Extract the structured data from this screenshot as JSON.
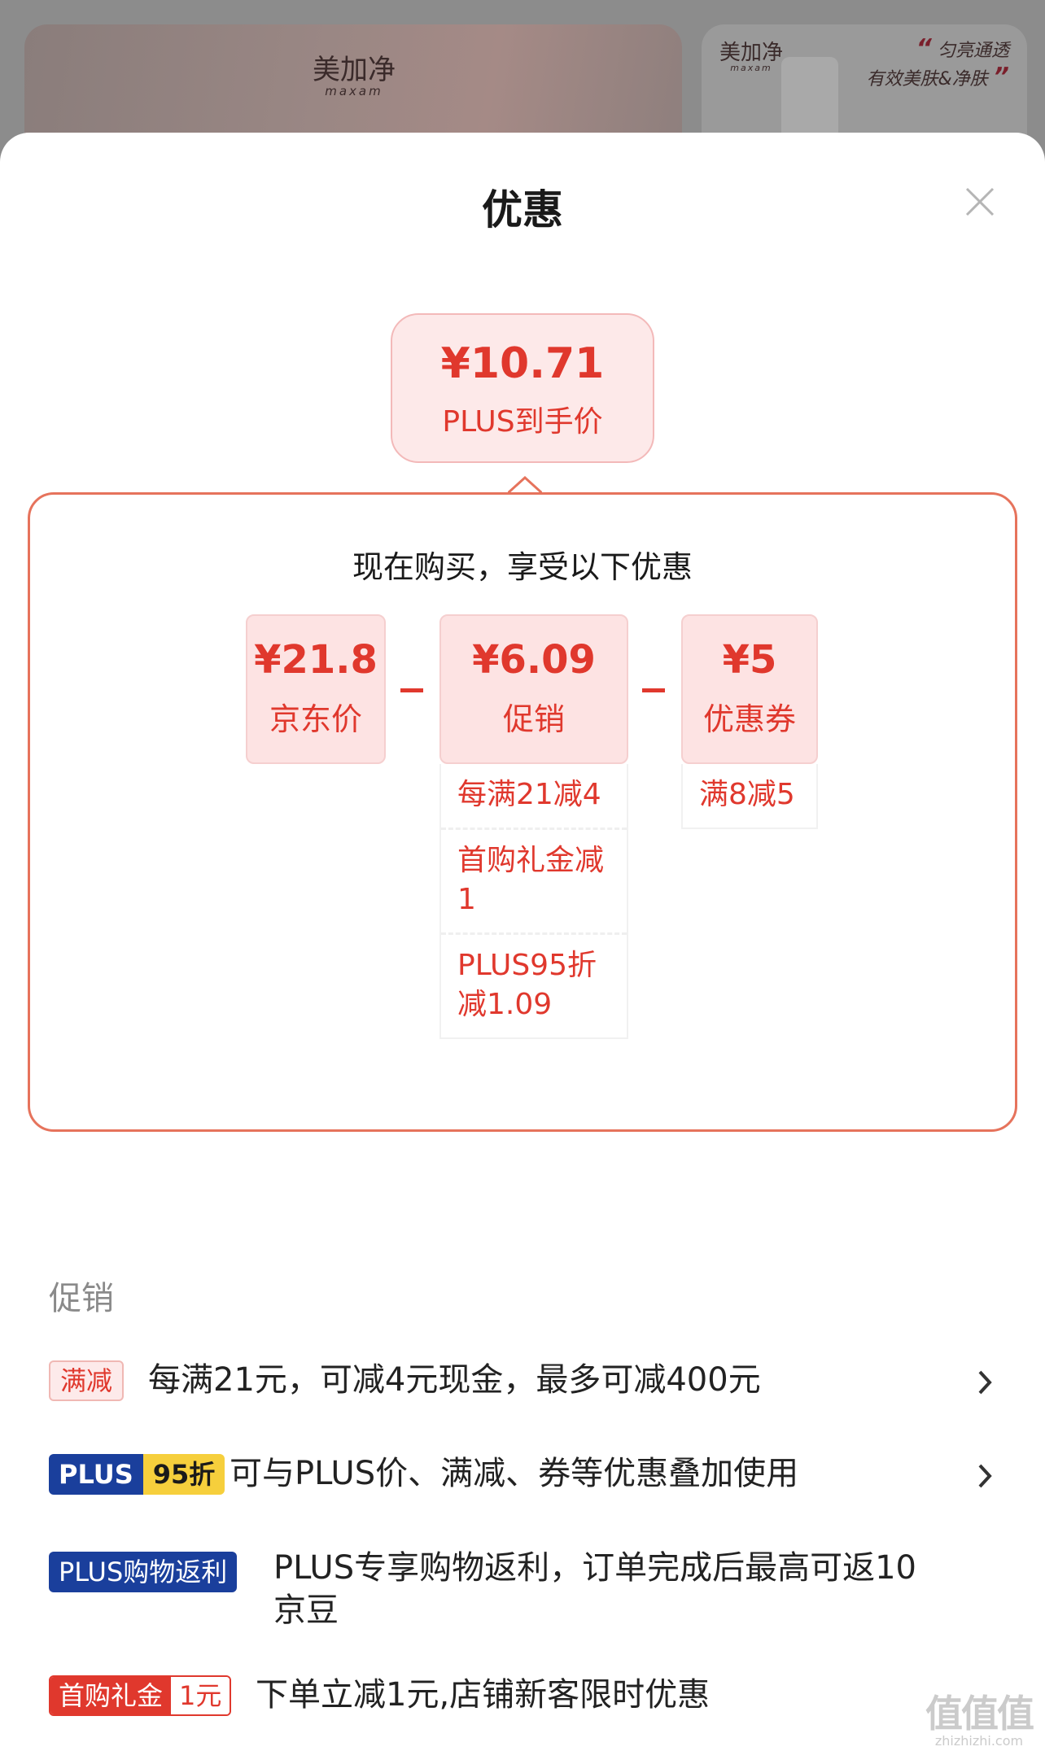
{
  "banner": {
    "logo_cn": "美加净",
    "logo_en": "maxam",
    "logo2_cn": "美加净",
    "logo2_en": "maxam",
    "quote_line1": "匀亮通透",
    "quote_line2": "有效美肤&净肤"
  },
  "sheet": {
    "title": "优惠"
  },
  "final_price": {
    "amount": "¥10.71",
    "label": "PLUS到手价"
  },
  "details": {
    "heading": "现在购买，享受以下优惠",
    "jd_price": {
      "amount": "¥21.8",
      "label": "京东价"
    },
    "promotion": {
      "amount": "¥6.09",
      "label": "促销",
      "items": [
        "每满21减4",
        "首购礼金减1",
        "PLUS95折减1.09"
      ]
    },
    "coupon": {
      "amount": "¥5",
      "label": "优惠券",
      "items": [
        "满8减5"
      ]
    }
  },
  "promotions": {
    "heading": "促销",
    "rows": [
      {
        "tag": "满减",
        "text": "每满21元，可减4元现金，最多可减400元"
      },
      {
        "tag_a": "PLUS",
        "tag_b": "95折",
        "text": "可与PLUS价、满减、券等优惠叠加使用"
      },
      {
        "tag": "PLUS购物返利",
        "text_line1": "PLUS专享购物返利，订单完成后最高可返10",
        "text_line2": "京豆"
      },
      {
        "tag_a": "首购礼金",
        "tag_b": "1元",
        "text": "下单立减1元,店铺新客限时优惠"
      }
    ]
  },
  "watermark": {
    "big": "值值值",
    "small": "zhizhizhi.com"
  },
  "colors": {
    "accent_red": "#e0382d",
    "panel_border": "#e6735c",
    "plus_blue": "#1a3f9c",
    "plus_yellow": "#f6cf3c"
  }
}
